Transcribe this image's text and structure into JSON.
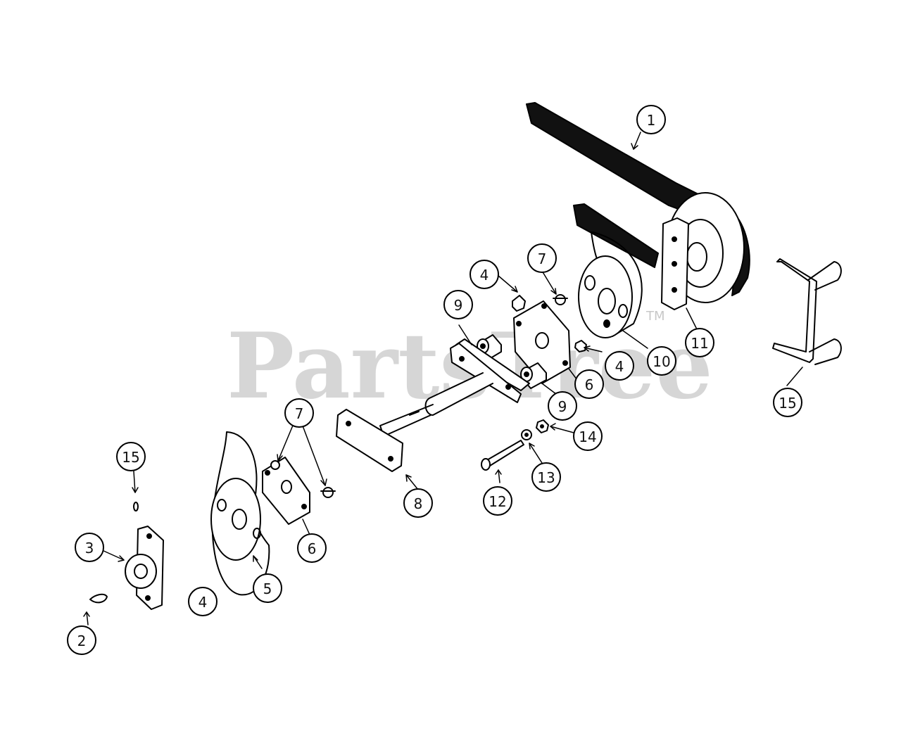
{
  "watermark": {
    "text": "PartsTree",
    "trademark": "TM"
  },
  "callouts": [
    {
      "id": "c1",
      "label": "1"
    },
    {
      "id": "c2",
      "label": "2"
    },
    {
      "id": "c3",
      "label": "3"
    },
    {
      "id": "c4a",
      "label": "4"
    },
    {
      "id": "c4b",
      "label": "4"
    },
    {
      "id": "c4c",
      "label": "4"
    },
    {
      "id": "c5",
      "label": "5"
    },
    {
      "id": "c6a",
      "label": "6"
    },
    {
      "id": "c6b",
      "label": "6"
    },
    {
      "id": "c7a",
      "label": "7"
    },
    {
      "id": "c7b",
      "label": "7"
    },
    {
      "id": "c8",
      "label": "8"
    },
    {
      "id": "c9a",
      "label": "9"
    },
    {
      "id": "c9b",
      "label": "9"
    },
    {
      "id": "c10",
      "label": "10"
    },
    {
      "id": "c11",
      "label": "11"
    },
    {
      "id": "c12",
      "label": "12"
    },
    {
      "id": "c13",
      "label": "13"
    },
    {
      "id": "c14",
      "label": "14"
    },
    {
      "id": "c15a",
      "label": "15"
    },
    {
      "id": "c15b",
      "label": "15"
    }
  ]
}
